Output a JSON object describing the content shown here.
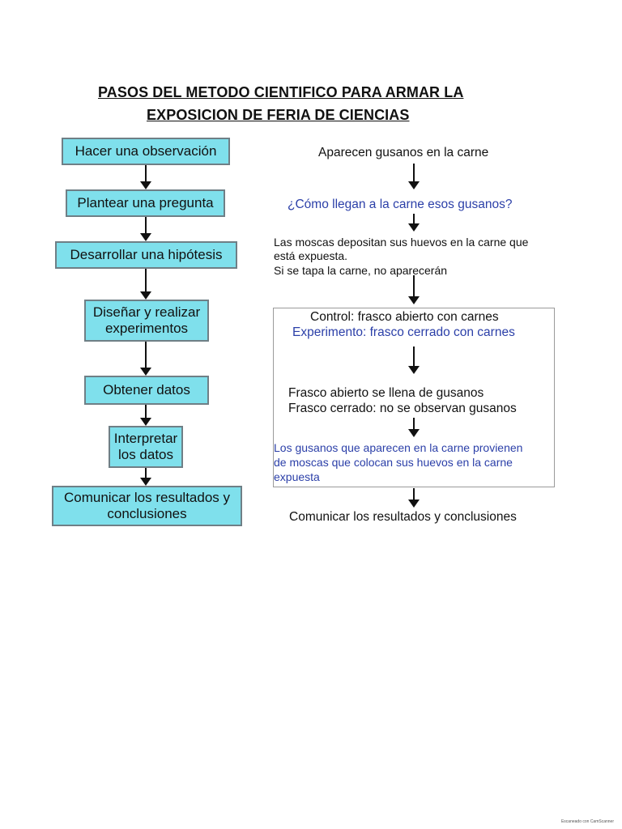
{
  "title": {
    "line1": "PASOS DEL METODO  CIENTIFICO PARA ARMAR LA",
    "line2": "EXPOSICION DE FERIA DE CIENCIAS"
  },
  "steps": [
    "Hacer una observación",
    "Plantear una pregunta",
    "Desarrollar una hipótesis",
    "Diseñar y realizar experimentos",
    "Obtener datos",
    "Interpretar los datos",
    "Comunicar los resultados y conclusiones"
  ],
  "example": {
    "observation": "Aparecen gusanos  en la carne",
    "question": "¿Cómo llegan a la carne esos gusanos?",
    "hypothesis_line1": "Las moscas depositan sus huevos en la carne que",
    "hypothesis_line2": "está expuesta.",
    "hypothesis_line3": "Si se tapa la carne, no aparecerán",
    "control": "Control: frasco abierto con carnes",
    "experiment": "Experimento: frasco cerrado con carnes",
    "data_line1": "Frasco abierto se llena de gusanos",
    "data_line2": "Frasco cerrado: no se observan gusanos",
    "interpretation_line1": "Los gusanos que aparecen en la carne provienen",
    "interpretation_line2": "de moscas que colocan sus huevos en la carne",
    "interpretation_line3": "expuesta",
    "communication": "Comunicar los resultados y conclusiones"
  },
  "footer": "Escaneado con CamScanner",
  "colors": {
    "box_fill": "#7fe0ec",
    "box_border": "#6f7f86",
    "blue_text": "#2b3fa8"
  }
}
